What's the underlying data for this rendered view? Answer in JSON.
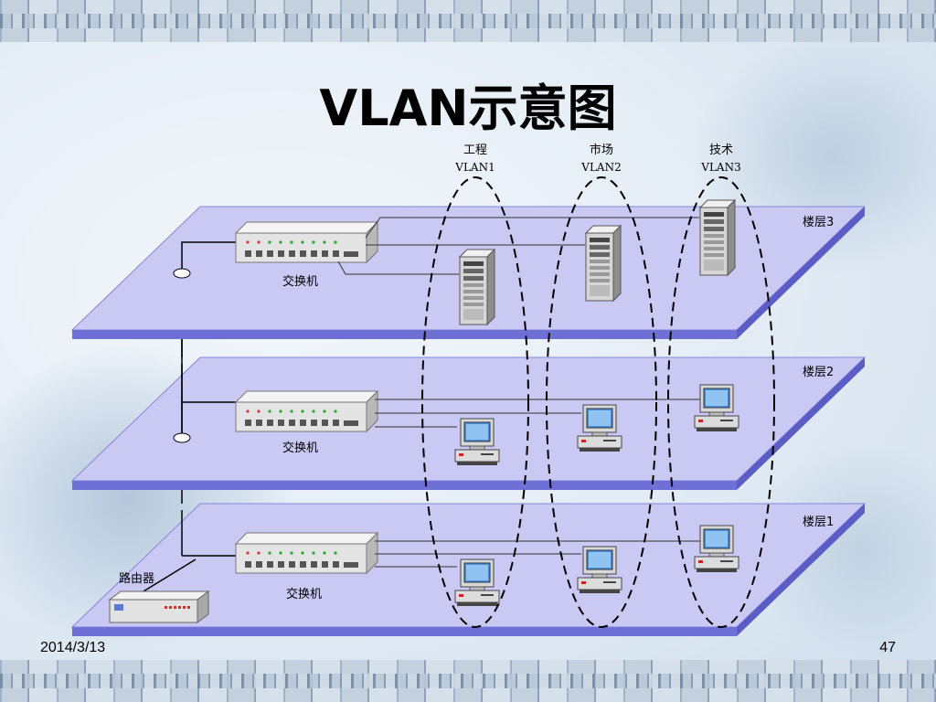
{
  "slide": {
    "title": "VLAN示意图",
    "date": "2014/3/13",
    "page_number": "47"
  },
  "vlans": [
    {
      "name": "工程",
      "id": "VLAN1"
    },
    {
      "name": "市场",
      "id": "VLAN2"
    },
    {
      "name": "技术",
      "id": "VLAN3"
    }
  ],
  "floors": [
    {
      "label": "楼层3",
      "switch_label": "交换机"
    },
    {
      "label": "楼层2",
      "switch_label": "交换机"
    },
    {
      "label": "楼层1",
      "switch_label": "交换机"
    }
  ],
  "router_label": "路由器",
  "colors": {
    "floor_top": "#c9c9f3",
    "floor_edge": "#6e70d6",
    "title": "#000000"
  }
}
